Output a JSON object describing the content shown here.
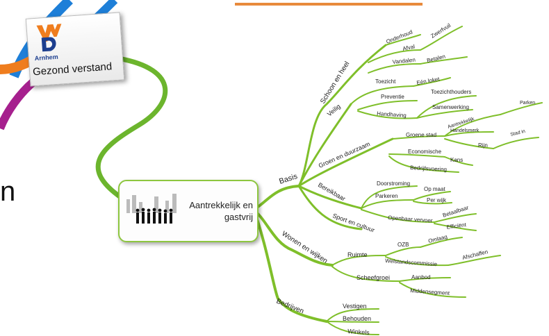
{
  "logo": {
    "mark": "VVD",
    "city": "Arnhem",
    "slogan": "Gezond verstand"
  },
  "central": {
    "line1": "Aantrekkelijk en",
    "line2": "gastvrij"
  },
  "edge_glyph": "n",
  "branches": {
    "basis": "Basis",
    "schoon": "Schoon en heel",
    "onderhoud": "Onderhoud",
    "afval": "Afval",
    "zwerfvuil": "Zwerfvuil",
    "vandalen": "Vandalen",
    "betalen": "Betalen",
    "veilig": "Veilig",
    "toezicht": "Toezicht",
    "eenloket": "Eén loket",
    "preventie": "Preventie",
    "handhaving": "Handhaving",
    "toezichthouders": "Toezichthouders",
    "samenwerking": "Samenwerking",
    "groen": "Groen en duurzaam",
    "groenestad": "Groene stad",
    "aantrekkelijk": "Aantrekkelijk",
    "parken": "Parken",
    "handelsmerk": "Handelsmerk",
    "rijn": "Rijn",
    "stadin": "Stad in",
    "economische": "Economische",
    "kans": "Kans",
    "bedrijfsvoering": "Bedrijfsvoering",
    "bereikbaar": "Bereikbaar",
    "doorstroming": "Doorstroming",
    "parkeren": "Parkeren",
    "opmaat": "Op maat",
    "perwijk": "Per wijk",
    "ov": "Openbaar vervoer",
    "betaalbaar": "Betaalbaar",
    "efficient": "Efficiënt",
    "sport": "Sport en cultuur",
    "wonen": "Wonen en wijken",
    "ruimte": "Ruimte",
    "ozb": "OZB",
    "omlaag": "Omlaag",
    "welstand": "Welstandscommissie",
    "afschaffen": "Afschaffen",
    "scheefgroei": "Scheefgroei",
    "aanbod": "Aanbod",
    "middensegment": "Middensegment",
    "bedrijven": "Bedrijven",
    "vestigen": "Vestigen",
    "behouden": "Behouden",
    "winkels": "Winkels"
  }
}
